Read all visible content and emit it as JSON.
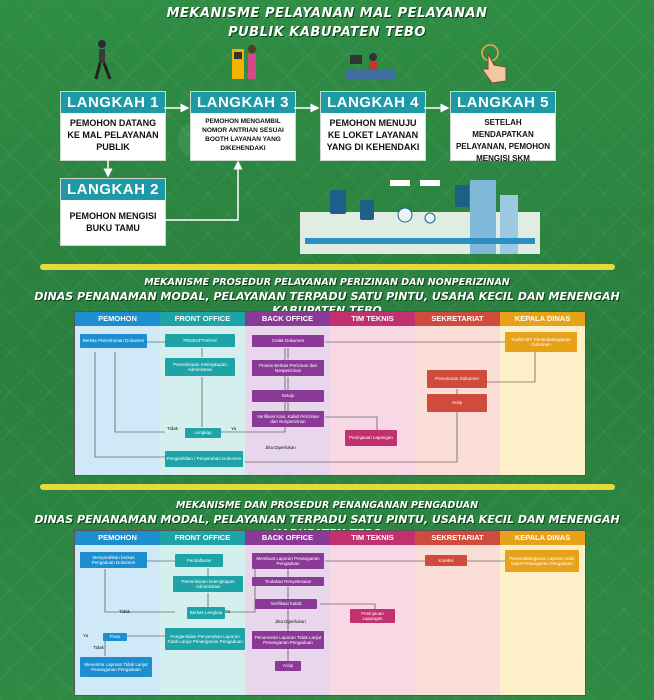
{
  "header": {
    "title_line1": "MEKANISME PELAYANAN MAL PELAYANAN",
    "title_line2": "PUBLIK KABUPATEN TEBO"
  },
  "steps": [
    {
      "head": "LANGKAH 1",
      "body": "PEMOHON DATANG KE MAL PELAYANAN PUBLIK"
    },
    {
      "head": "LANGKAH 2",
      "body": "PEMOHON MENGISI BUKU TAMU"
    },
    {
      "head": "LANGKAH 3",
      "body": "PEMOHON MENGAMBIL NOMOR ANTRIAN SESUAI BOOTH LAYANAN YANG DIKEHENDAKI"
    },
    {
      "head": "LANGKAH 4",
      "body": "PEMOHON MENUJU KE LOKET LAYANAN YANG DI KEHENDAKI"
    },
    {
      "head": "LANGKAH 5",
      "body": "SETELAH MENDAPATKAN PELAYANAN, PEMOHON MENGISI SKM"
    }
  ],
  "section1": {
    "line1": "MEKANISME PROSEDUR PELAYANAN PERIZINAN DAN NONPERIZINAN",
    "line2": "DINAS PENANAMAN MODAL, PELAYANAN TERPADU SATU PINTU, USAHA KECIL DAN MENENGAH KABUPATEN TEBO"
  },
  "section2": {
    "line1": "MEKANISME DAN PROSEDUR PENANGANAN PENGADUAN",
    "line2": "DINAS PENANAMAN MODAL, PELAYANAN TERPADU SATU PINTU, USAHA KECIL DAN MENENGAH KABUPATEN TEBO"
  },
  "columns": [
    "PEMOHON",
    "FRONT OFFICE",
    "BACK OFFICE",
    "TIM TEKNIS",
    "SEKRETARIAT",
    "KEPALA DINAS"
  ],
  "colors": {
    "col_heads": [
      "#1d8fd0",
      "#1ea3a7",
      "#8a3a96",
      "#c23070",
      "#cf4b3c",
      "#e8a21a"
    ],
    "col_bgs": [
      "#cfe9f8",
      "#d5efee",
      "#e8d6ec",
      "#f7d8e4",
      "#f9ddd6",
      "#fdf0c8"
    ]
  },
  "flow1": {
    "pemohon_1": "Berkas Permohonan Dokumen",
    "fo_1": "PENDAFTARAN",
    "fo_2": "Pemeriksaan Kelengkapan Administrasi",
    "fo_3": "Lengkap",
    "fo_4": "Pengambilan / Penyerahan Dokumen",
    "bo_1": "Cetak Dokumen",
    "bo_2": "Proses Berkas Perizinan dan Nonperizinan",
    "bo_3": "Setuju",
    "bo_4": "Verifikasi Kasi, Kabid Perizinan dan Nonperizinan",
    "tt_1": "Peninjauan Lapangan",
    "sk_1": "Penomoran Dokumen",
    "sk_2": "Arsip",
    "kd_1": "Kadis/ BPI Penandatanganan Dokumen",
    "lbl_tidak": "Tidak",
    "lbl_ya": "Ya",
    "lbl_jika": "Jika Diperlukan"
  },
  "flow2": {
    "pemohon_1": "Menyerahkan berkas Pengaduan Dokumen",
    "pemohon_2": "Puas",
    "pemohon_3": "Menerima Laporan Tidak Lanjut Penanganan Pengaduan",
    "fo_1": "Pendaftaran",
    "fo_2": "Pemeriksaan kelengkapan Administrasi",
    "fo_3": "Berkas Lengkap",
    "fo_4": "Pengambilan Penyerahan Laporan Tidak Lanjut Penanganan Pengaduan",
    "bo_1": "Membuat Laporan Penanganan Pengaduan",
    "bo_2": "Tindakan Penyelesaian",
    "bo_3": "Verifikasi Kabid",
    "bo_4": "Penomoran Laporan Tidak Lanjut Penanganan Pengaduan",
    "bo_5": "Arsip",
    "tt_1": "Peninjauan Lapangan",
    "sk_1": "Koreksi",
    "kd_1": "Penandatanganan Laporan tidak lanjut Penanganan Pengaduan",
    "lbl_tidak": "Tidak",
    "lbl_ya": "Ya",
    "lbl_jika": "Jika Diperlukan"
  }
}
